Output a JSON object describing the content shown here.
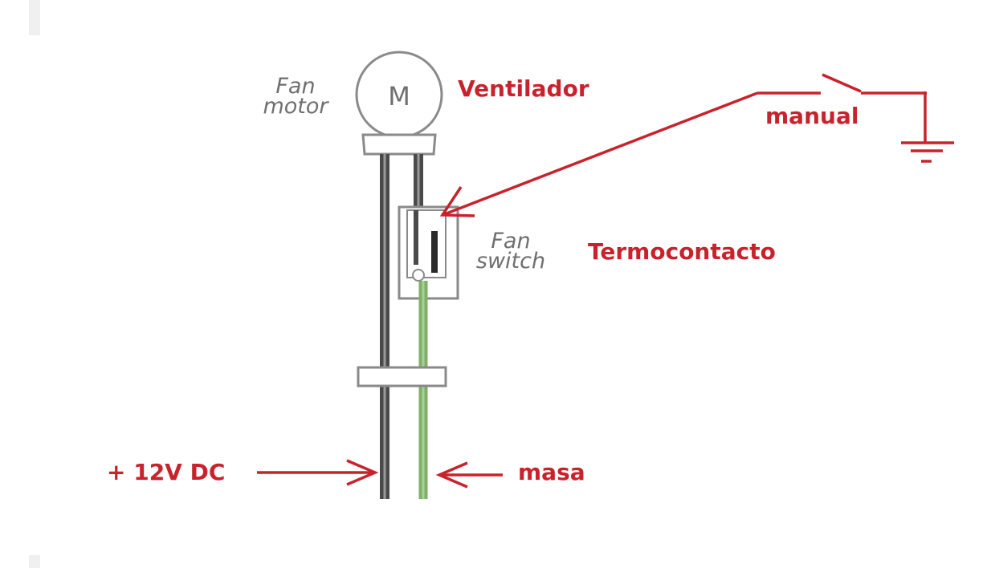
{
  "diagram": {
    "labels": {
      "fan_motor_line1": "Fan",
      "fan_motor_line2": "motor",
      "motor_symbol": "M",
      "fan_switch_line1": "Fan",
      "fan_switch_line2": "switch",
      "ventilador": "Ventilador",
      "manual": "manual",
      "termocontacto": "Termocontacto",
      "plus_12v": "+ 12V DC",
      "masa": "masa"
    },
    "colors": {
      "annotation_red": "#c8232c",
      "wire_dark": "#4a4a4a",
      "wire_green": "#7fb06a",
      "diagram_gray": "#6f6f6f"
    },
    "icons": {
      "motor": "fan-motor-icon",
      "switch": "manual-switch-icon",
      "ground": "ground-icon",
      "thermo": "thermo-switch-icon"
    }
  }
}
